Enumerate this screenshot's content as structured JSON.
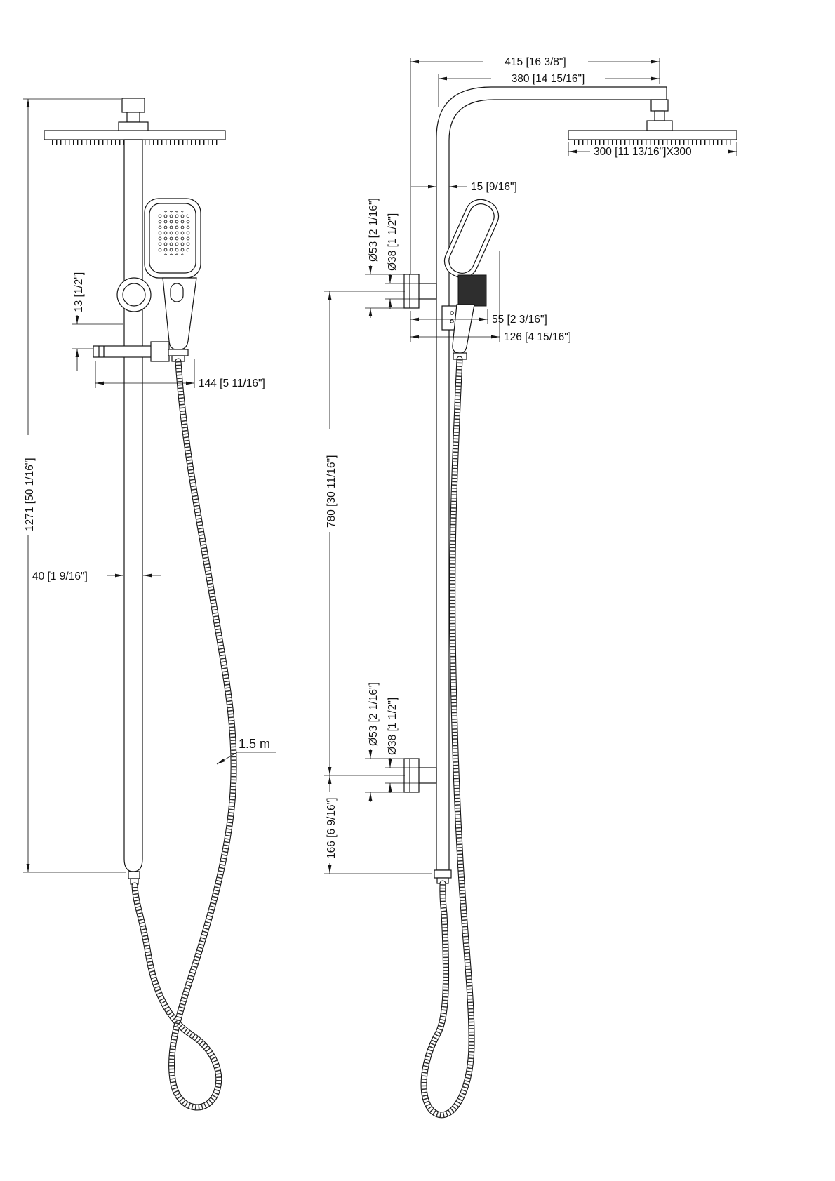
{
  "front_view": {
    "overall_height": "1271 [50 1/16\"]",
    "slider_offset": "13 [1/2\"]",
    "handset_offset": "144 [5 11/16\"]",
    "column_width": "40 [1 9/16\"]",
    "hose_length": "1.5 m"
  },
  "side_view": {
    "arm_reach_overall": "415 [16 3/8\"]",
    "arm_reach": "380 [14 15/16\"]",
    "head_size": "300 [11 13/16\"]X300",
    "pipe_size": "15 [9/16\"]",
    "upper_flange_outer": "Ø53 [2 1/16\"]",
    "upper_flange_inner": "Ø38 [1 1/2\"]",
    "holder_offset": "55 [2 3/16\"]",
    "handset_depth": "126 [4 15/16\"]",
    "bracket_spacing": "780 [30 11/16\"]",
    "lower_flange_outer": "Ø53 [2 1/16\"]",
    "lower_flange_inner": "Ø38 [1 1/2\"]",
    "lower_bracket_height": "166 [6 9/16\"]"
  }
}
